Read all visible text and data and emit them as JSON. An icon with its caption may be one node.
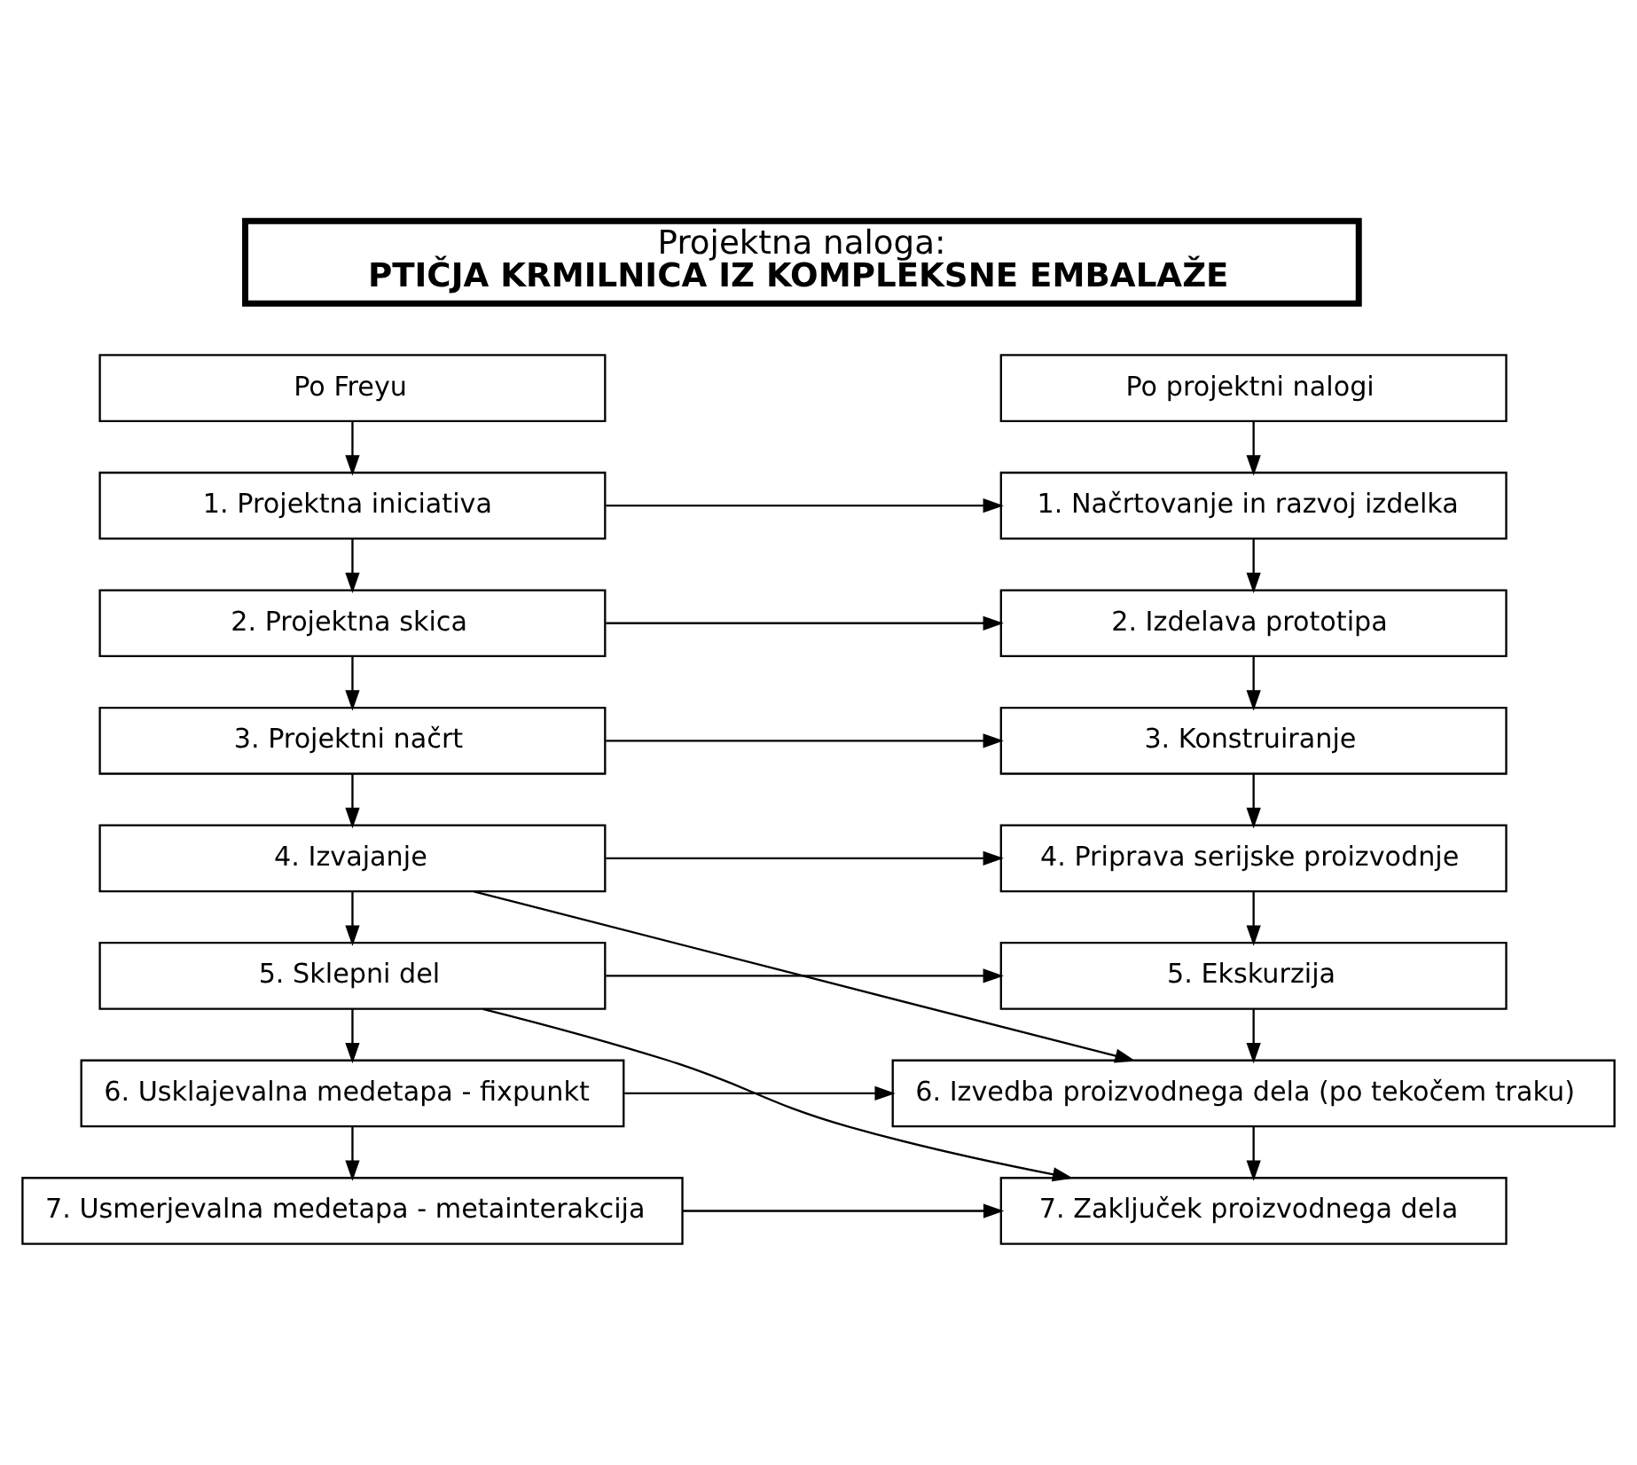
{
  "diagram": {
    "nodes": [
      {
        "text": [
          "Projektna naloga:",
          "PTIČJA KRMILNICA IZ KOMPLEKSNE EMBALAŽE"
        ]
      },
      {
        "text": [
          "Po Freyu"
        ]
      },
      {
        "text": [
          "Po projektni nalogi"
        ]
      },
      {
        "text": [
          "1. Projektna iniciativa"
        ]
      },
      {
        "text": [
          "2. Projektna skica"
        ]
      },
      {
        "text": [
          "3. Projektni načrt"
        ]
      },
      {
        "text": [
          "4. Izvajanje"
        ]
      },
      {
        "text": [
          "5. Sklepni del"
        ]
      },
      {
        "text": [
          "6. Usklajevalna medetapa - fixpunkt"
        ]
      },
      {
        "text": [
          "7. Usmerjevalna medetapa - metainterakcija"
        ]
      },
      {
        "text": [
          "1. Načrtovanje in razvoj izdelka"
        ]
      },
      {
        "text": [
          "2. Izdelava prototipa"
        ]
      },
      {
        "text": [
          "3. Konstruiranje"
        ]
      },
      {
        "text": [
          "4. Priprava serijske proizvodnje"
        ]
      },
      {
        "text": [
          "5. Ekskurzija"
        ]
      },
      {
        "text": [
          "6. Izvedba proizvodnega dela (po tekočem traku)"
        ]
      },
      {
        "text": [
          "7. Zaključek proizvodnega dela"
        ]
      }
    ],
    "edges": [
      {
        "from": 1,
        "to": 3,
        "arrow": "to"
      },
      {
        "from": 2,
        "to": 10,
        "arrow": "to"
      },
      {
        "from": 3,
        "to": 10,
        "arrow": "to"
      },
      {
        "from": 3,
        "to": 4,
        "arrow": "to"
      },
      {
        "from": 10,
        "to": 11,
        "arrow": "to"
      },
      {
        "from": 4,
        "to": 11,
        "arrow": "to"
      },
      {
        "from": 4,
        "to": 5,
        "arrow": "to"
      },
      {
        "from": 11,
        "to": 12,
        "arrow": "to"
      },
      {
        "from": 5,
        "to": 12,
        "arrow": "to"
      },
      {
        "from": 5,
        "to": 6,
        "arrow": "to"
      },
      {
        "from": 12,
        "to": 13,
        "arrow": "to"
      },
      {
        "from": 6,
        "to": 13,
        "arrow": "to"
      },
      {
        "from": 6,
        "to": 7,
        "arrow": "to"
      },
      {
        "from": 13,
        "to": 14,
        "arrow": "to"
      },
      {
        "from": 6,
        "to": 15,
        "arrow": "to"
      },
      {
        "from": 7,
        "to": 14,
        "arrow": "to"
      },
      {
        "from": 7,
        "to": 8,
        "arrow": "to"
      },
      {
        "from": 14,
        "to": 15,
        "arrow": "to"
      },
      {
        "from": 7,
        "to": 16,
        "arrow": "to"
      },
      {
        "from": 8,
        "to": 15,
        "arrow": "to"
      },
      {
        "from": 8,
        "to": 9,
        "arrow": "to"
      },
      {
        "from": 15,
        "to": 16,
        "arrow": "to"
      },
      {
        "from": 9,
        "to": 16,
        "arrow": "to"
      }
    ]
  }
}
